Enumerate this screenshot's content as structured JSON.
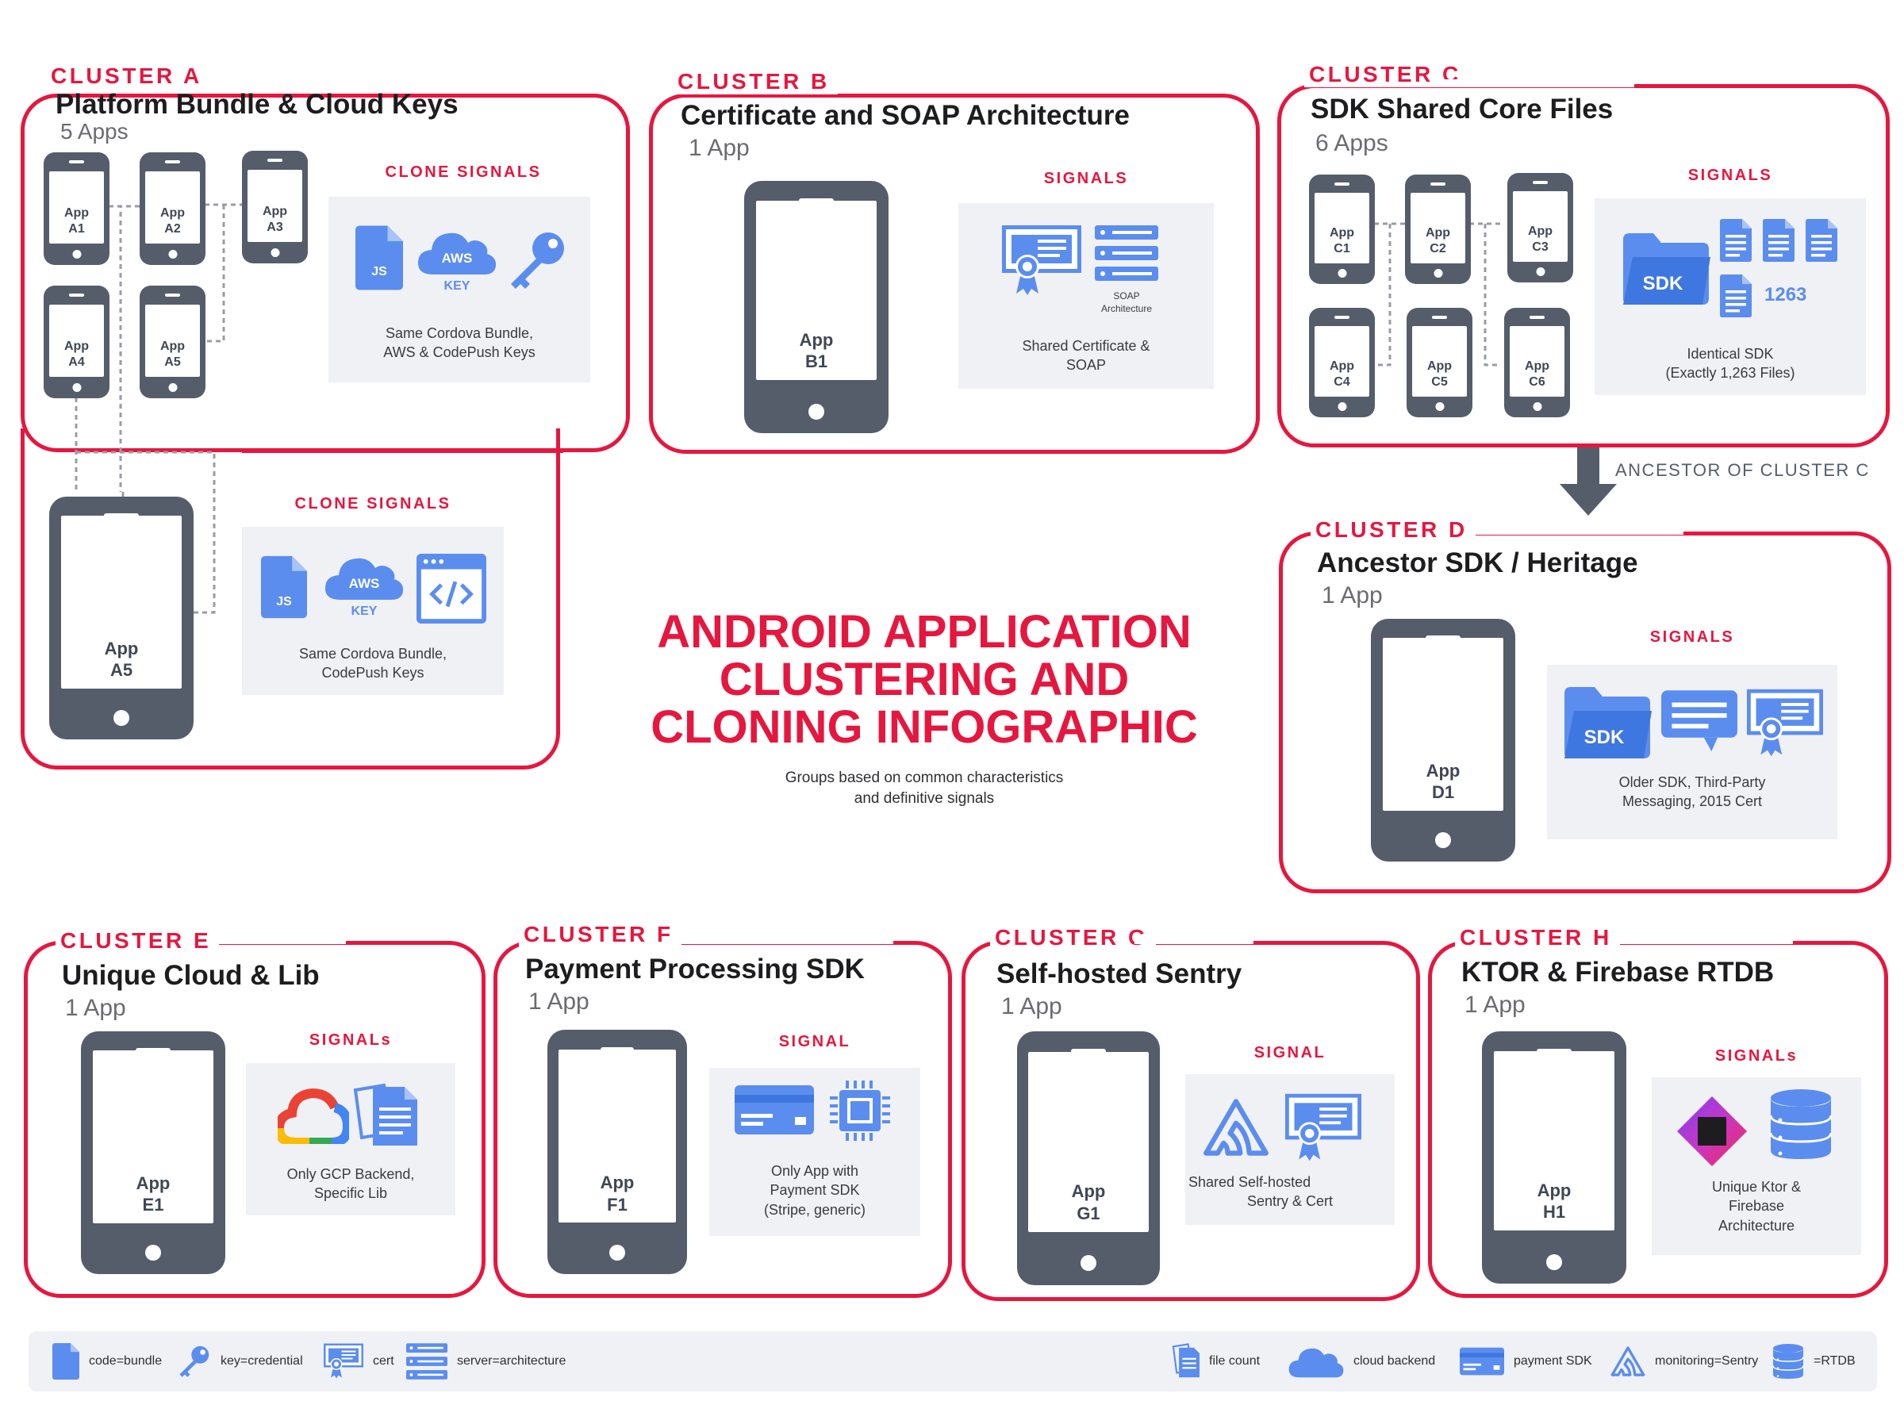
{
  "title_lines": [
    "ANDROID APPLICATION",
    "CLUSTERING AND",
    "CLONING INFOGRAPHIC"
  ],
  "subtitle_lines": [
    "Groups based on common characteristics",
    "and definitive signals"
  ],
  "colors": {
    "accent": "#e5173f",
    "phone": "#555d6b",
    "icon": "#5b8def",
    "panel": "#f0f1f5"
  },
  "arrow_label": "ANCESTOR OF CLUSTER C",
  "cluster_a": {
    "tag": "CLUSTER A",
    "title": "Platform Bundle & Cloud Keys",
    "count": "5 Apps",
    "apps": [
      [
        "App",
        "A1"
      ],
      [
        "App",
        "A2"
      ],
      [
        "App",
        "A3"
      ],
      [
        "App",
        "A4"
      ],
      [
        "App",
        "A5"
      ]
    ],
    "big_app": [
      "App",
      "A5"
    ],
    "signals1": {
      "title": "CLONE SIGNALS",
      "desc": [
        "Same Cordova Bundle,",
        "AWS & CodePush Keys"
      ],
      "aws": "AWS",
      "key": "KEY",
      "js": "JS"
    },
    "signals2": {
      "title": "CLONE SIGNALS",
      "desc": [
        "Same Cordova Bundle,",
        "CodePush Keys"
      ],
      "aws": "AWS",
      "key": "KEY",
      "js": "JS"
    }
  },
  "cluster_b": {
    "tag": "CLUSTER B",
    "title": "Certificate and SOAP Architecture",
    "count": "1 App",
    "app": [
      "App",
      "B1"
    ],
    "signals": {
      "title": "SIGNALS",
      "soap": [
        "SOAP",
        "Architecture"
      ],
      "desc": [
        "Shared Certificate &",
        "SOAP"
      ]
    }
  },
  "cluster_c": {
    "tag": "CLUSTER C",
    "title": "SDK Shared Core Files",
    "count": "6 Apps",
    "apps": [
      [
        "App",
        "C1"
      ],
      [
        "App",
        "C2"
      ],
      [
        "App",
        "C3"
      ],
      [
        "App",
        "C4"
      ],
      [
        "App",
        "C5"
      ],
      [
        "App",
        "C6"
      ]
    ],
    "signals": {
      "title": "SIGNALS",
      "sdk": "SDK",
      "files": "1263",
      "desc": [
        "Identical SDK",
        "(Exactly 1,263 Files)"
      ]
    }
  },
  "cluster_d": {
    "tag": "CLUSTER D",
    "title": "Ancestor SDK / Heritage",
    "count": "1 App",
    "app": [
      "App",
      "D1"
    ],
    "signals": {
      "title": "SIGNALS",
      "sdk": "SDK",
      "desc": [
        "Older SDK, Third-Party",
        "Messaging, 2015 Cert"
      ]
    }
  },
  "cluster_e": {
    "tag": "CLUSTER E",
    "title": "Unique Cloud & Lib",
    "count": "1 App",
    "app": [
      "App",
      "E1"
    ],
    "signals": {
      "title": "SIGNALs",
      "desc": [
        "Only GCP Backend,",
        "Specific Lib"
      ]
    }
  },
  "cluster_f": {
    "tag": "CLUSTER F",
    "title": "Payment Processing SDK",
    "count": "1 App",
    "app": [
      "App",
      "F1"
    ],
    "signals": {
      "title": "SIGNAL",
      "desc": [
        "Only App with",
        "Payment SDK",
        "(Stripe, generic)"
      ]
    }
  },
  "cluster_g": {
    "tag": "CLUSTER G",
    "title": "Self-hosted Sentry",
    "count": "1 App",
    "app": [
      "App",
      "G1"
    ],
    "signals": {
      "title": "SIGNAL",
      "desc": [
        "Shared Self-hosted",
        "Sentry & Cert"
      ]
    }
  },
  "cluster_h": {
    "tag": "CLUSTER H",
    "title": "KTOR & Firebase RTDB",
    "count": "1 App",
    "app": [
      "App",
      "H1"
    ],
    "signals": {
      "title": "SIGNALs",
      "desc": [
        "Unique Ktor &",
        "Firebase",
        "Architecture"
      ]
    }
  },
  "legend": {
    "code": "code=bundle",
    "key": "key=credential",
    "cert": "cert",
    "server": "server=architecture",
    "filecount": "file count",
    "cloud": "cloud backend",
    "payment": "payment SDK",
    "sentry": "monitoring=Sentry",
    "rtdb": "=RTDB"
  }
}
